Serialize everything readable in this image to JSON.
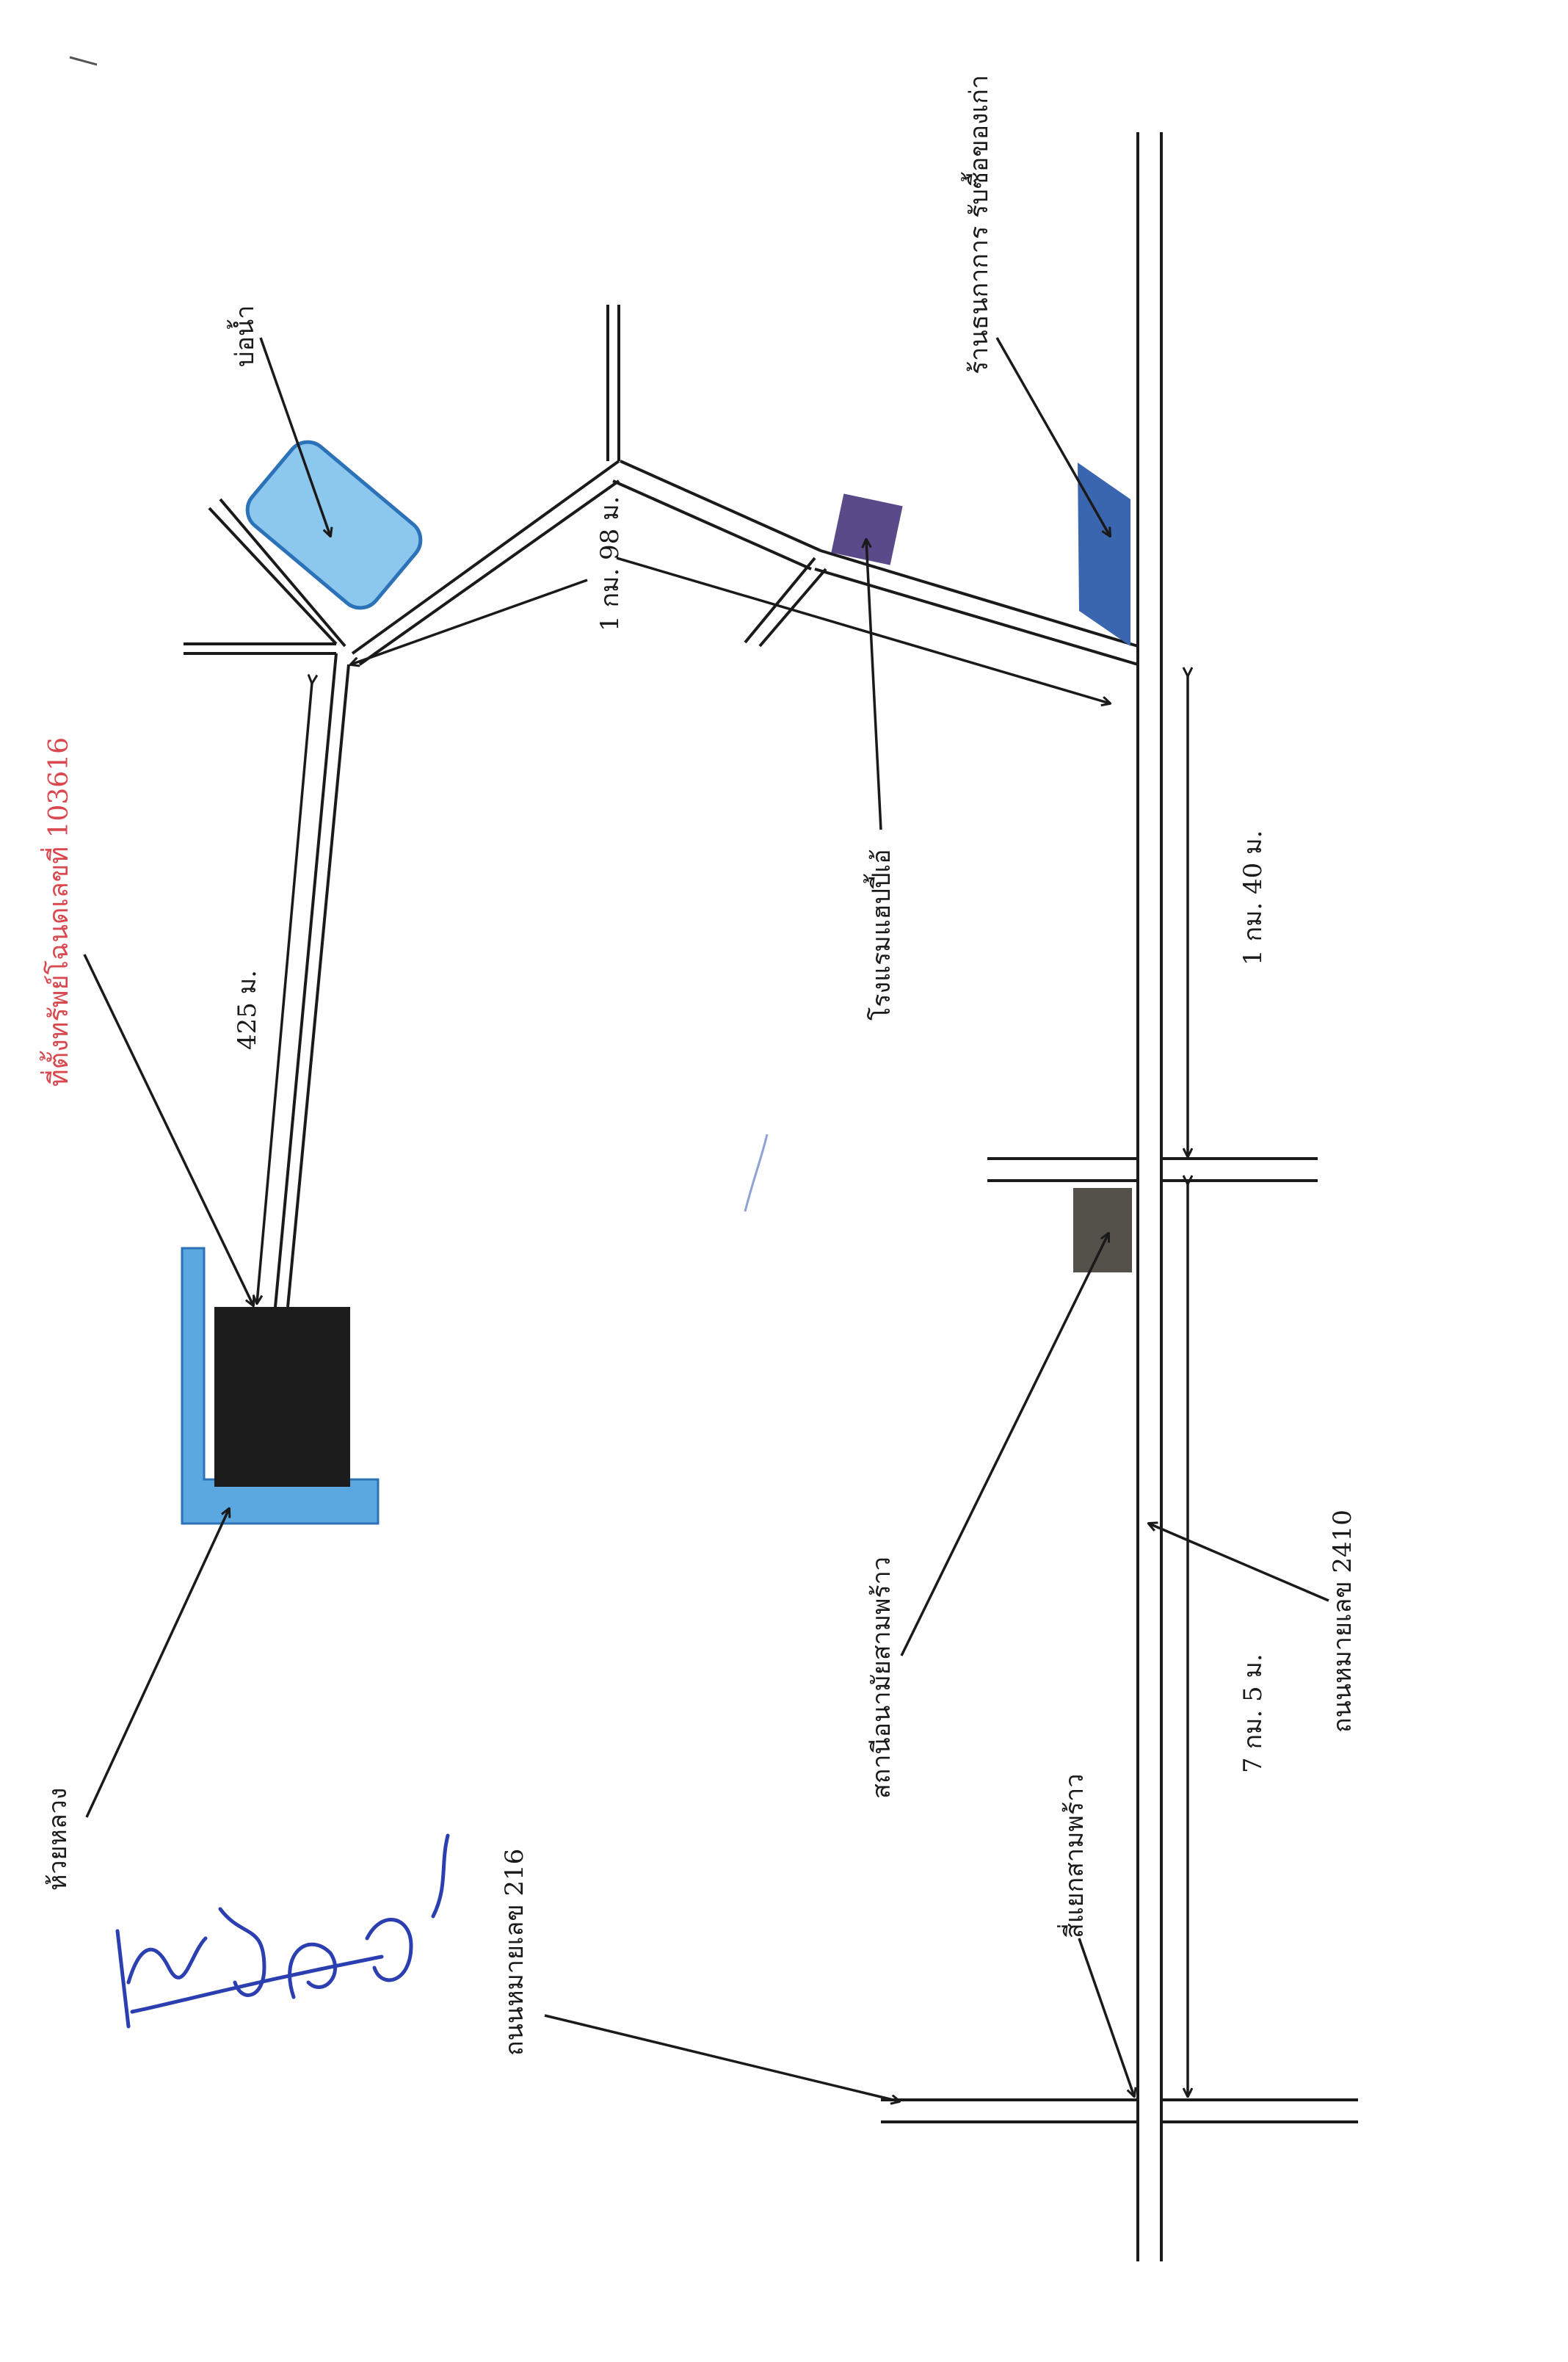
{
  "labels": {
    "property": "ที่ตั้งทรัพย์โฉนดเลขที่ 103616",
    "pond": "บ่อน้ำ",
    "hotel": "โรงแรมแฮปปี้เอ้",
    "shop": "ร้านธนกาการ รับซื้อของเก่า",
    "health_station": "สถานีอนามัยสามพร้าว",
    "huai_luang": "ห้วยหลวง",
    "road_216": "ถนนหมายเลข 216",
    "road_2410": "ถนนหมายเลข 2410",
    "intersection": "สี่แยกสามพร้าว"
  },
  "distances": {
    "d_425": "425 ม.",
    "d_1km98": "1 กม. 98 ม.",
    "d_1km40": "1 กม. 40 ม.",
    "d_7km5": "7 กม. 5 ม."
  },
  "colors": {
    "property": "#1c1c1c",
    "stream": "#5ba7e0",
    "pond": "#8cc7ee",
    "hotel": "#5a4a8a",
    "shop": "#3a66b0",
    "health_station": "#54504a",
    "label_red": "#d9474f",
    "signature": "#2b3fb0"
  }
}
